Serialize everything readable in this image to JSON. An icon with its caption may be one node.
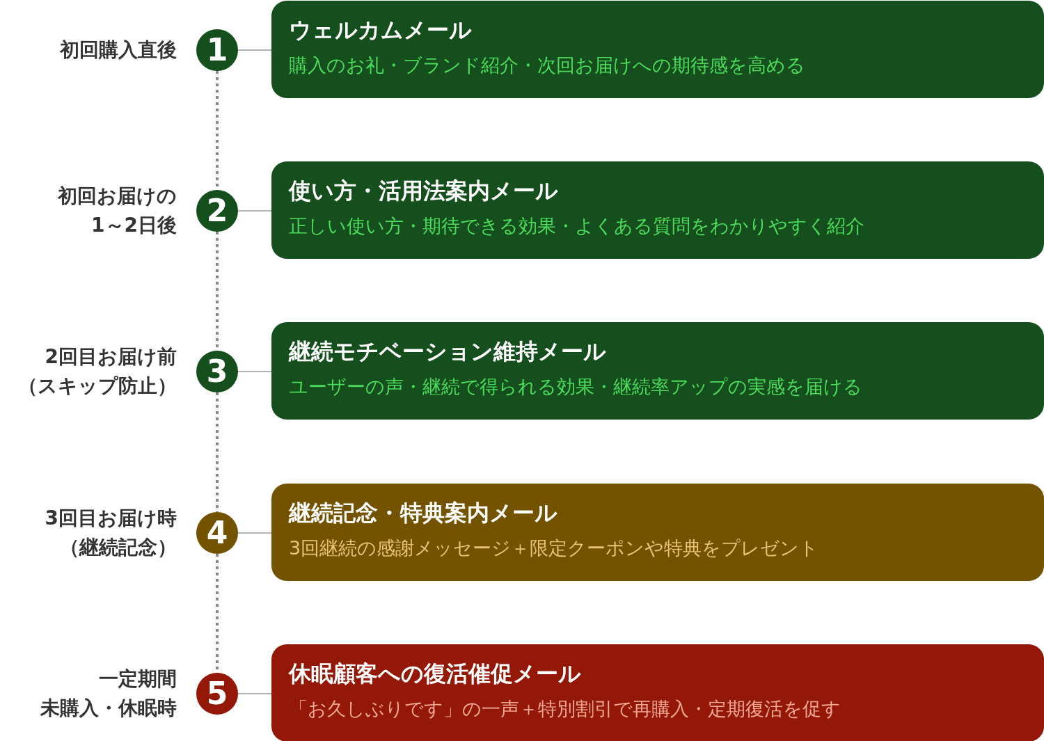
{
  "diagram": {
    "nodes": [
      {
        "text": [
          "1"
        ],
        "beside": [
          "初回購入直後"
        ]
      },
      {
        "text": [
          "ウェルカムメール",
          "購入のお礼・ブランド紹介・次回お届けへの期待感を高める"
        ]
      },
      {
        "text": [
          "2"
        ],
        "beside": [
          "初回お届けの",
          "1～2日後"
        ]
      },
      {
        "text": [
          "使い方・活用法案内メール",
          "正しい使い方・期待できる効果・よくある質問をわかりやすく紹介"
        ]
      },
      {
        "text": [
          "3"
        ],
        "beside": [
          "2回目お届け前",
          "（スキップ防止）"
        ]
      },
      {
        "text": [
          "継続モチベーション維持メール",
          "ユーザーの声・継続で得られる効果・継続率アップの実感を届ける"
        ]
      },
      {
        "text": [
          "4"
        ],
        "beside": [
          "3回目お届け時",
          "（継続記念）"
        ]
      },
      {
        "text": [
          "継続記念・特典案内メール",
          "3回継続の感謝メッセージ＋限定クーポンや特典をプレゼント"
        ]
      },
      {
        "text": [
          "5"
        ],
        "beside": [
          "一定期間",
          "未購入・休眠時"
        ]
      },
      {
        "text": [
          "休眠顧客への復活催促メール",
          "「お久しぶりです」の一声＋特別割引で再購入・定期復活を促す"
        ]
      }
    ],
    "edges": [
      {
        "from": 0,
        "to": 1,
        "arrow": "none"
      },
      {
        "from": 2,
        "to": 3,
        "arrow": "none"
      },
      {
        "from": 4,
        "to": 5,
        "arrow": "none"
      },
      {
        "from": 6,
        "to": 7,
        "arrow": "none"
      },
      {
        "from": 8,
        "to": 9,
        "arrow": "none"
      },
      {
        "from": 0,
        "to": 2,
        "arrow": "none",
        "style": "dashed"
      },
      {
        "from": 2,
        "to": 4,
        "arrow": "none",
        "style": "dashed"
      },
      {
        "from": 4,
        "to": 6,
        "arrow": "none",
        "style": "dashed"
      },
      {
        "from": 6,
        "to": 8,
        "arrow": "none",
        "style": "dashed"
      }
    ]
  }
}
